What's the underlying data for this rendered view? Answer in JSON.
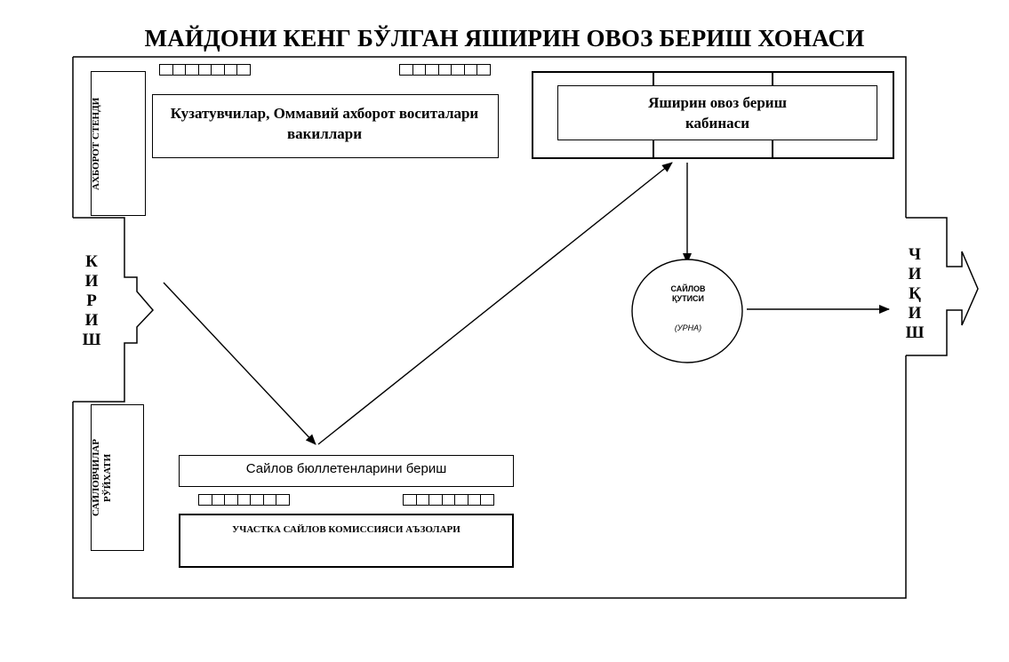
{
  "title": "МАЙДОНИ КЕНГ БЎЛГАН ЯШИРИН ОВОЗ БЕРИШ ХОНАСИ",
  "info_stand": "АХБОРОТ СТЕНДИ",
  "observers": "Кузатувчилар, Оммавий ахборот воситалари вакиллари",
  "booth": "Яширин овоз бериш кабинаси",
  "entrance_letters": [
    "К",
    "И",
    "Р",
    "И",
    "Ш"
  ],
  "exit_letters": [
    "Ч",
    "И",
    "Қ",
    "И",
    "Ш"
  ],
  "ballot_box": {
    "title": "САЙЛОВ ҚУТИСИ",
    "subtitle": "(УРНА)"
  },
  "voters_list": "САЙЛОВЧИЛАР\nРЎЙХАТИ",
  "ballot_issue": "Сайлов бюллетенларини бериш",
  "commission": "УЧАСТКА САЙЛОВ КОМИССИЯСИ АЪЗОЛАРИ",
  "seat_rows": [
    {
      "name": "observers-seats-left",
      "count": 7
    },
    {
      "name": "observers-seats-right",
      "count": 7
    },
    {
      "name": "commission-seats-left",
      "count": 7
    },
    {
      "name": "commission-seats-right",
      "count": 7
    }
  ]
}
